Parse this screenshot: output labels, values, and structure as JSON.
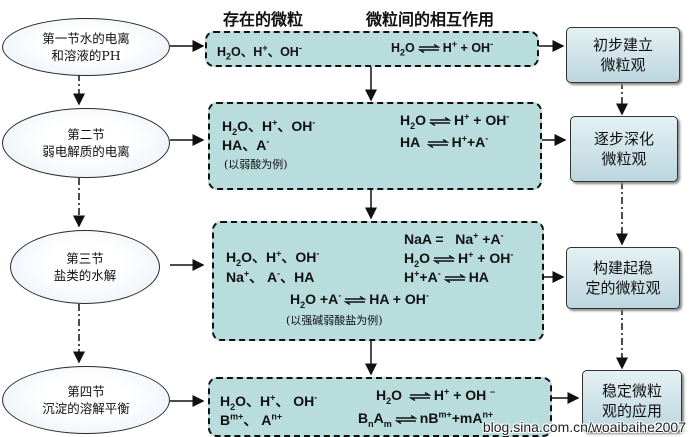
{
  "headers": {
    "species": "存在的微粒",
    "interactions": "微粒间的相互作用"
  },
  "sections": [
    {
      "title1": "第一节水的电离",
      "title2": "和溶液的PH"
    },
    {
      "title1": "第二节",
      "title2": "弱电解质的电离"
    },
    {
      "title1": "第三节",
      "title2": "盐类的水解"
    },
    {
      "title1": "第四节",
      "title2": "沉淀的溶解平衡"
    }
  ],
  "notes": {
    "weak_acid": "(以弱酸为例)",
    "salt": "(以强碱弱酸盐为例)"
  },
  "right_boxes": [
    {
      "line1": "初步建立",
      "line2": "微粒观"
    },
    {
      "line1": "逐步深化",
      "line2": "微粒观"
    },
    {
      "line1": "构建起稳",
      "line2": "定的微粒观"
    },
    {
      "line1": "稳定微粒",
      "line2": "观的应用"
    }
  ],
  "watermark": "blog.sina.com.cn/woaibaihe2007"
}
